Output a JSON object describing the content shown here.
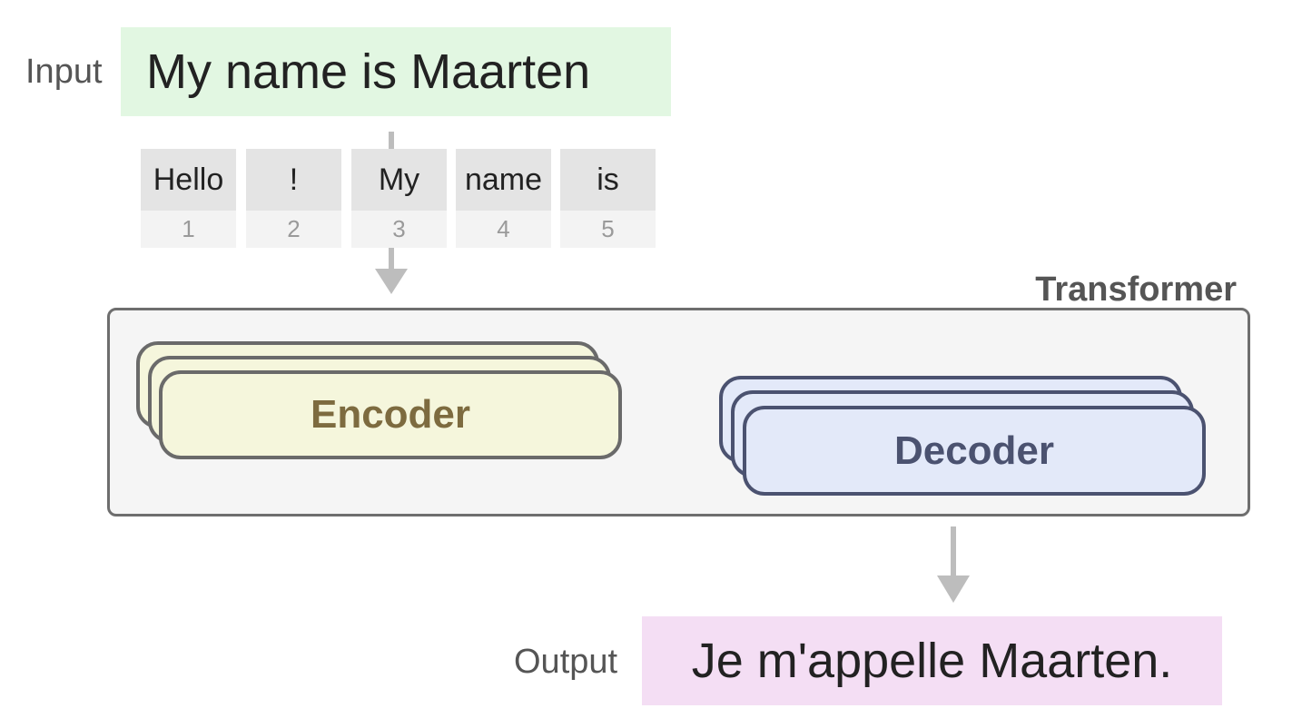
{
  "input": {
    "label": "Input",
    "text": "My name is Maarten"
  },
  "tokens": [
    {
      "word": "Hello",
      "id": "1"
    },
    {
      "word": "!",
      "id": "2"
    },
    {
      "word": "My",
      "id": "3"
    },
    {
      "word": "name",
      "id": "4"
    },
    {
      "word": "is",
      "id": "5"
    }
  ],
  "transformer": {
    "title": "Transformer",
    "encoder_label": "Encoder",
    "decoder_label": "Decoder"
  },
  "output": {
    "label": "Output",
    "text": "Je m'appelle Maarten."
  },
  "colors": {
    "input_bg": "#e2f7e2",
    "output_bg": "#f4def4",
    "encoder_fill": "#f5f6dc",
    "decoder_fill": "#e3e9f9",
    "arrow_gray": "#bdbdbd",
    "arrow_dark": "#666666"
  }
}
